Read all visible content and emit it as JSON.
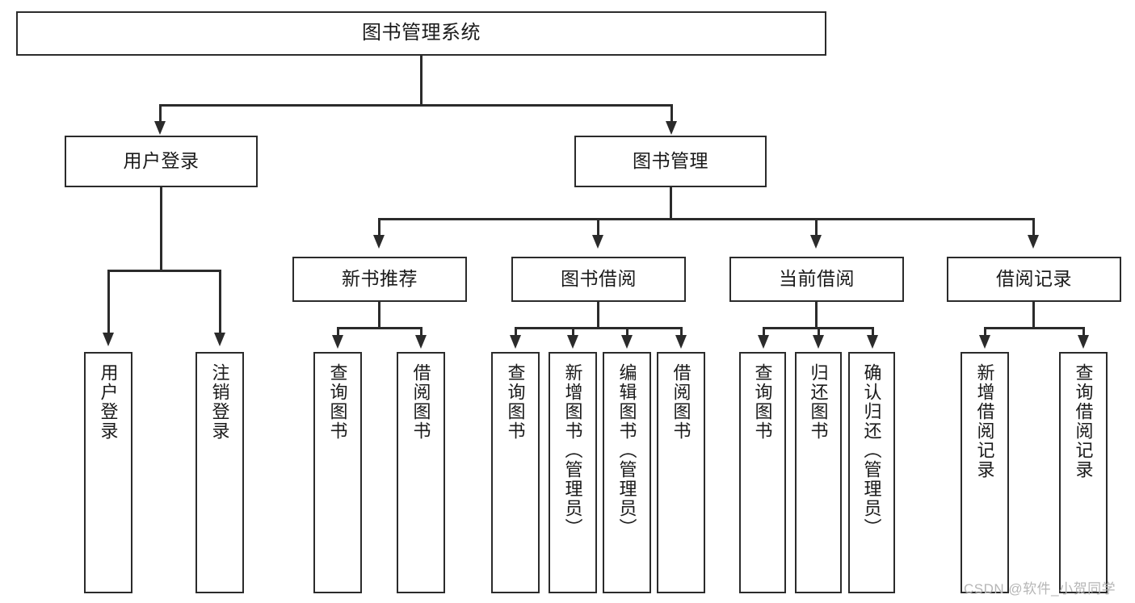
{
  "diagram": {
    "title": "图书管理系统",
    "type": "tree",
    "root": {
      "label": "图书管理系统"
    },
    "level2": [
      {
        "label": "用户登录"
      },
      {
        "label": "图书管理"
      }
    ],
    "level3": [
      {
        "label": "新书推荐"
      },
      {
        "label": "图书借阅"
      },
      {
        "label": "当前借阅"
      },
      {
        "label": "借阅记录"
      }
    ],
    "leaves": {
      "user_login": [
        {
          "label": "用户登录"
        },
        {
          "label": "注销登录"
        }
      ],
      "new_book_recommend": [
        {
          "label": "查询图书"
        },
        {
          "label": "借阅图书"
        }
      ],
      "book_borrow": [
        {
          "label": "查询图书"
        },
        {
          "label": "新增图书（管理员）"
        },
        {
          "label": "编辑图书（管理员）"
        },
        {
          "label": "借阅图书"
        }
      ],
      "current_borrow": [
        {
          "label": "查询图书"
        },
        {
          "label": "归还图书"
        },
        {
          "label": "确认归还（管理员）"
        }
      ],
      "borrow_record": [
        {
          "label": "新增借阅记录"
        },
        {
          "label": "查询借阅记录"
        }
      ]
    }
  },
  "watermark": {
    "text": "CSDN @软件_小贺同学"
  },
  "colors": {
    "stroke": "#2b2b2b",
    "background": "#ffffff",
    "text": "#1a1a1a",
    "watermark": "#b6b6b6"
  }
}
